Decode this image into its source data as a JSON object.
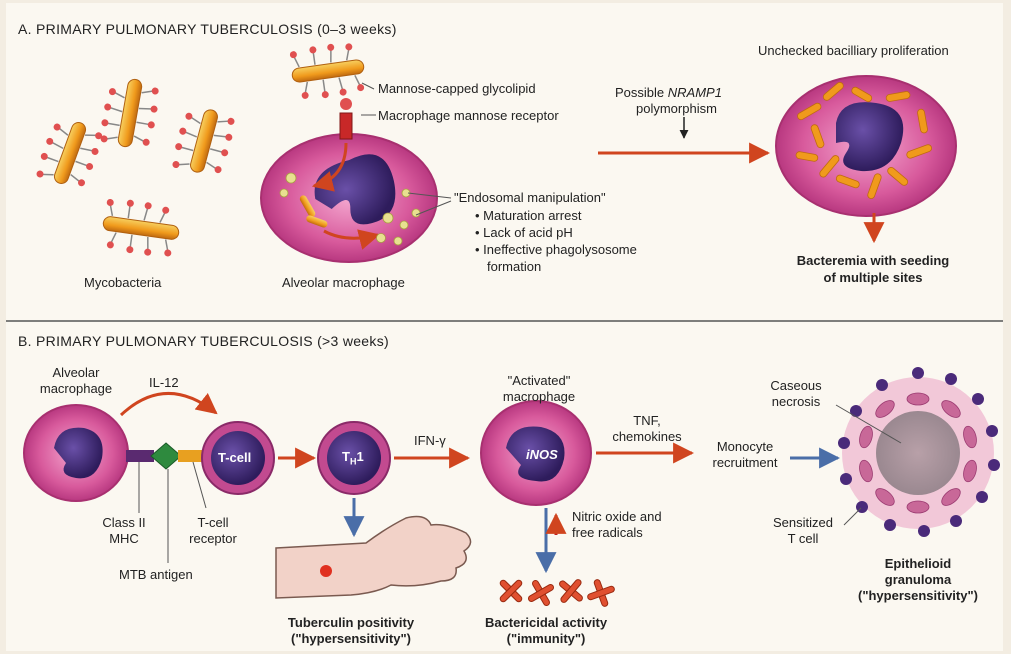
{
  "section_a": {
    "title": "A. PRIMARY PULMONARY TUBERCULOSIS (0–3 weeks)",
    "mycobacteria": "Mycobacteria",
    "glycolipid": "Mannose-capped glycolipid",
    "receptor": "Macrophage mannose receptor",
    "alveolar_macrophage": "Alveolar macrophage",
    "endosomal": "\"Endosomal manipulation\"",
    "bullets": [
      "Maturation arrest",
      "Lack of acid pH",
      "Ineffective phagolysosome",
      "formation"
    ],
    "possible": "Possible",
    "nramp": "NRAMP1",
    "polymorphism": "polymorphism",
    "unchecked": "Unchecked bacilliary proliferation",
    "bacteremia_1": "Bacteremia with seeding",
    "bacteremia_2": "of multiple sites"
  },
  "section_b": {
    "title": "B. PRIMARY PULMONARY TUBERCULOSIS (>3 weeks)",
    "alveolar_1": "Alveolar",
    "alveolar_2": "macrophage",
    "il12": "IL-12",
    "tcell": "T-cell",
    "th_main": "T",
    "th_sub": "H",
    "th_num": "1",
    "ifn": "IFN-γ",
    "activated_1": "\"Activated\"",
    "activated_2": "macrophage",
    "inos": "iNOS",
    "tnf_1": "TNF,",
    "tnf_2": "chemokines",
    "monocyte_1": "Monocyte",
    "monocyte_2": "recruitment",
    "caseous_1": "Caseous",
    "caseous_2": "necrosis",
    "sensitized_1": "Sensitized",
    "sensitized_2": "T cell",
    "class2_1": "Class II",
    "class2_2": "MHC",
    "tcr_1": "T-cell",
    "tcr_2": "receptor",
    "mtb": "MTB antigen",
    "nitric_1": "Nitric oxide and",
    "nitric_2": "free radicals",
    "tuberculin_1": "Tuberculin positivity",
    "tuberculin_2": "(\"hypersensitivity\")",
    "bactericidal_1": "Bactericidal activity",
    "bactericidal_2": "(\"immunity\")",
    "granuloma_1": "Epithelioid",
    "granuloma_2": "granuloma",
    "granuloma_3": "(\"hypersensitivity\")"
  },
  "colors": {
    "arrow_red": "#d0451f",
    "arrow_blue": "#4a6ea8",
    "cell_pink": "#d04888",
    "nucleus": "#3f2878",
    "bacillus": "#f0a020",
    "mannose": "#e05050"
  }
}
